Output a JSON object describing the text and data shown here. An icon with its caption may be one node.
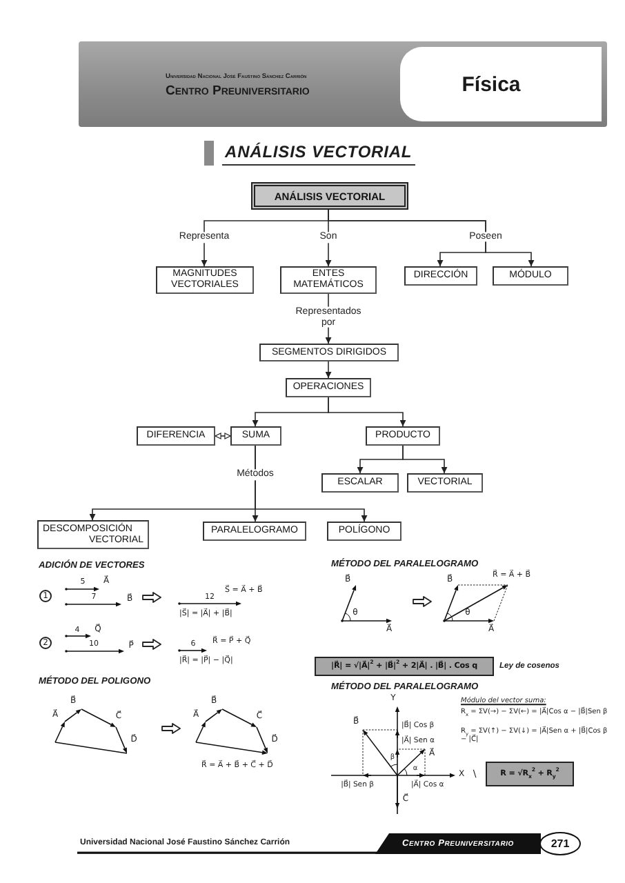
{
  "diagram": {
    "title": "ANÁLISIS VECTORIAL",
    "nodes": [
      {
        "text": [
          "Universidad Nacional José Faustino Sánchez Carrión",
          "Centro Preuniversitario"
        ]
      },
      {
        "text": [
          "Física"
        ],
        "in": 0
      },
      {
        "text": [
          "ANÁLISIS VECTORIAL"
        ]
      },
      {
        "text": [
          "MAGNITUDES VECTORIALES"
        ]
      },
      {
        "text": [
          "ENTES MATEMÁTICOS"
        ]
      },
      {
        "text": [
          "DIRECCIÓN"
        ]
      },
      {
        "text": [
          "MÓDULO"
        ]
      },
      {
        "text": [
          "SEGMENTOS DIRIGIDOS"
        ]
      },
      {
        "text": [
          "OPERACIONES"
        ]
      },
      {
        "text": [
          "DIFERENCIA"
        ]
      },
      {
        "text": [
          "SUMA"
        ]
      },
      {
        "text": [
          "PRODUCTO"
        ]
      },
      {
        "text": [
          "ESCALAR"
        ]
      },
      {
        "text": [
          "VECTORIAL"
        ]
      },
      {
        "text": [
          "DESCOMPOSICIÓN VECTORIAL"
        ]
      },
      {
        "text": [
          "PARALELOGRAMO"
        ]
      },
      {
        "text": [
          "POLÍGONO"
        ]
      },
      {
        "text": [
          "|R⃗| = √|A⃗|$^{2}$ + |B⃗|$^{2}$ + 2|A⃗| . |B⃗| . Cos q"
        ],
        "beside": [
          "Ley de cosenos"
        ]
      },
      {
        "text": [
          "R = √R$_{x}$$^{2}$ + R$_{y}$$^{2}$"
        ],
        "beside": [
          "\\"
        ]
      },
      {
        "text": [
          "Centro Preuniversitario"
        ]
      },
      {
        "text": [
          "271"
        ]
      }
    ],
    "edges": [
      {
        "from": 2,
        "to": 3,
        "arrow": "to",
        "label": "Representa"
      },
      {
        "from": 2,
        "to": 4,
        "arrow": "to",
        "label": "Son"
      },
      {
        "from": 2,
        "to": 5,
        "arrow": "to",
        "label": "Poseen"
      },
      {
        "from": 2,
        "to": 6,
        "arrow": "to"
      },
      {
        "from": 4,
        "to": 7,
        "arrow": "to",
        "label": "Representados por"
      },
      {
        "from": 7,
        "to": 8,
        "arrow": "to"
      },
      {
        "from": 8,
        "to": 10,
        "arrow": "to"
      },
      {
        "from": 8,
        "to": 11,
        "arrow": "to"
      },
      {
        "from": 9,
        "to": 10,
        "arrow": "both"
      },
      {
        "from": 11,
        "to": 12,
        "arrow": "to"
      },
      {
        "from": 11,
        "to": 13,
        "arrow": "to"
      },
      {
        "from": 10,
        "to": 14,
        "arrow": "to"
      },
      {
        "from": 10,
        "to": 15,
        "arrow": "to",
        "label": "Métodos"
      },
      {
        "from": 10,
        "to": 16,
        "arrow": "to"
      }
    ],
    "labels": [
      "ADICIÓN DE VECTORES",
      "1",
      "5",
      "A⃗",
      "7",
      "B⃗",
      "12",
      "S⃗ = A⃗ + B⃗",
      "|S⃗| = |A⃗| + |B⃗|",
      "2",
      "4",
      "Q⃗",
      "10",
      "P⃗",
      "6",
      "R⃗ = P⃗ + Q⃗",
      "|R⃗| = |P⃗| − |Q⃗|",
      "MÉTODO DEL POLIGONO",
      "A⃗",
      "B⃗",
      "C⃗",
      "D⃗",
      "A⃗",
      "B⃗",
      "C⃗",
      "D⃗",
      "R⃗ = A⃗ + B⃗ + C⃗ + D⃗",
      "MÉTODO DEL PARALELOGRAMO",
      "B⃗",
      "θ",
      "A⃗",
      "B⃗",
      "R⃗ = A⃗ + B⃗",
      "θ",
      "A⃗",
      "MÉTODO DEL PARALELOGRAMO",
      "Y",
      "Módulo del vector suma:",
      "B⃗",
      "|B⃗| Cos β",
      "R$_{x}$ = ΣV(→) − ΣV(←) = |A⃗|Cos α − |B⃗|Sen β",
      "R$_{y}$ = ΣV(↑) − ΣV(↓) = |A⃗|Sen α + |B⃗|Cos β − |C⃗|",
      "|A⃗| Sen α",
      "A⃗",
      "β",
      "α",
      "X",
      "|B⃗| Sen β",
      "|A⃗| Cos α",
      "C⃗",
      "Universidad Nacional José Faustino Sánchez Carrión"
    ]
  }
}
